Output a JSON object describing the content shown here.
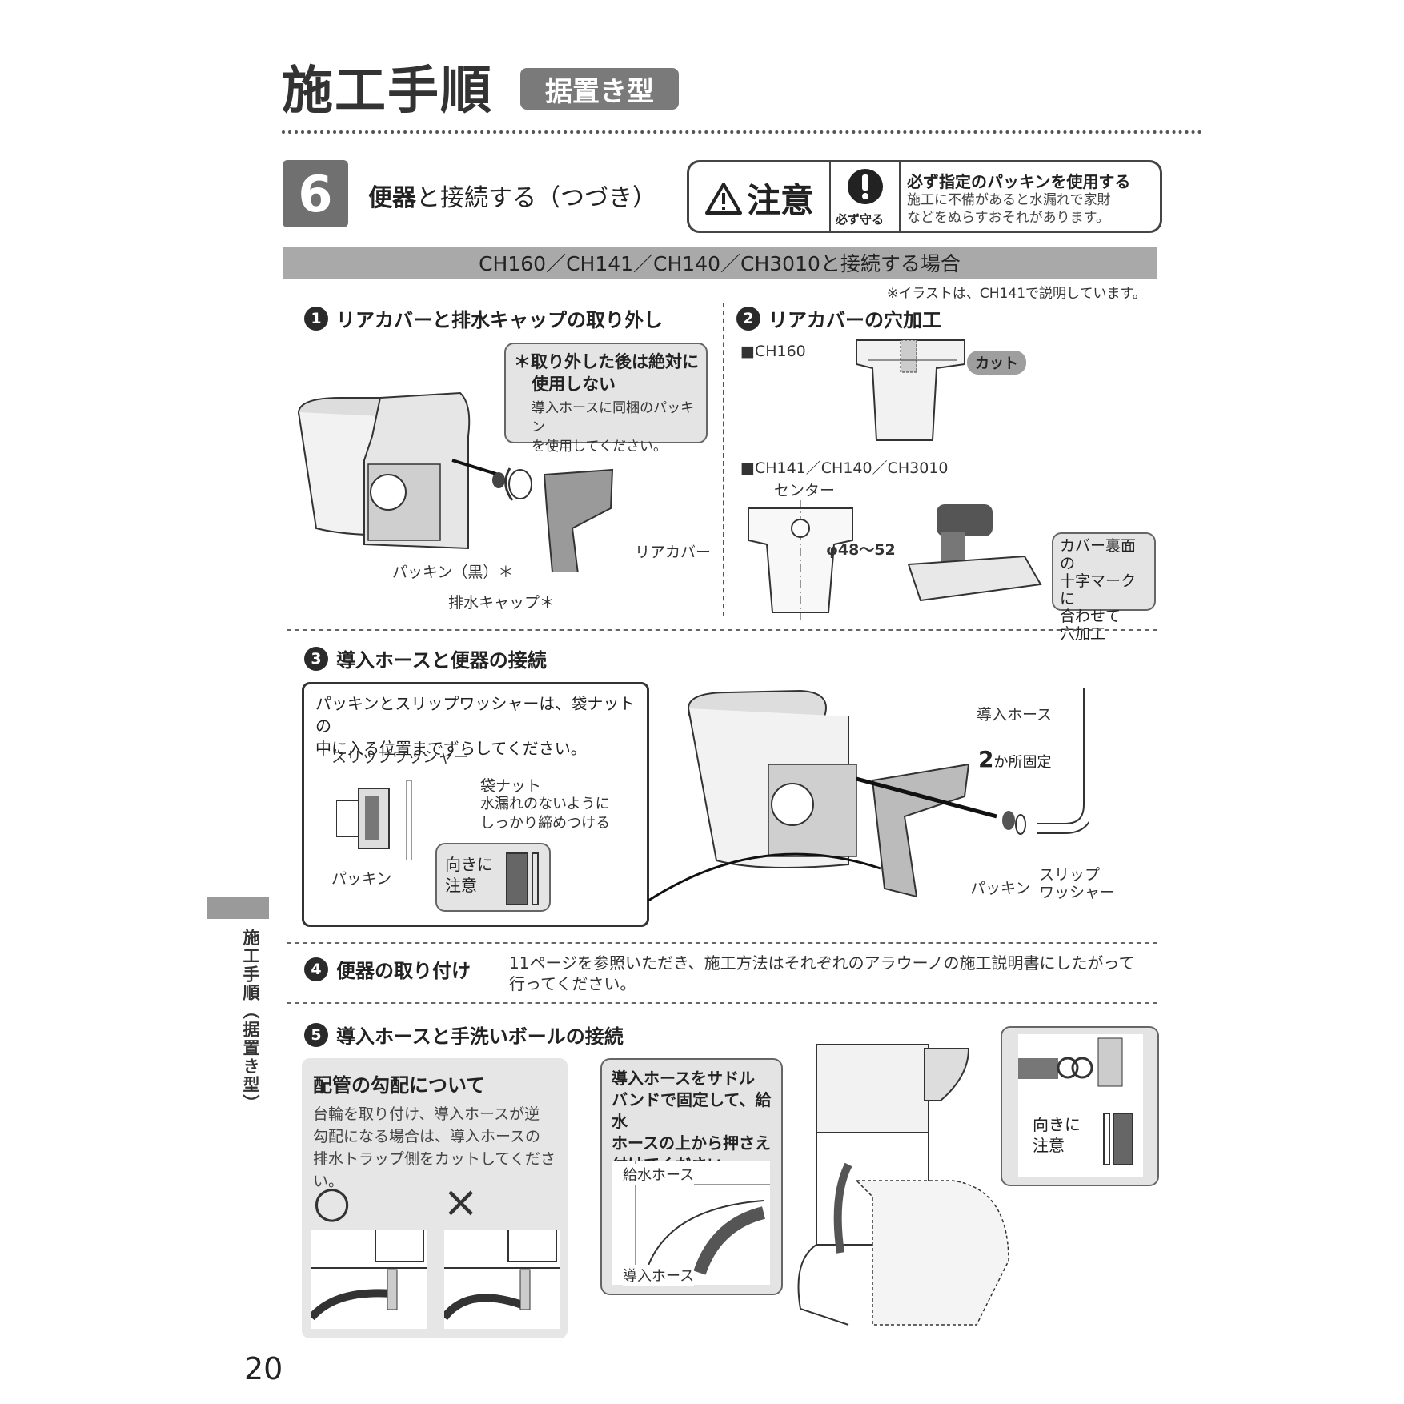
{
  "header": {
    "title": "施工手順",
    "badge": "据置き型"
  },
  "step": {
    "number": "6",
    "title_bold": "便器",
    "title_rest": "と接続する（つづき）"
  },
  "caution": {
    "label": "注意",
    "must_label": "必ず守る",
    "heading": "必ず指定のパッキンを使用する",
    "text_line1": "施工に不備があると水漏れで家財",
    "text_line2": "などをぬらすおそれがあります。"
  },
  "band": {
    "text": "CH160／CH141／CH140／CH3010と接続する場合"
  },
  "illustration_note": "※イラストは、CH141で説明しています。",
  "sub1": {
    "num": "1",
    "title": "リアカバーと排水キャップの取り外し",
    "callout_line1": "＊取り外した後は絶対に",
    "callout_line2": "使用しない",
    "callout_small1": "導入ホースに同梱のパッキン",
    "callout_small2": "を使用してください。",
    "label_packing": "パッキン（黒）＊",
    "label_cap": "排水キャップ＊",
    "label_cover": "リアカバー"
  },
  "sub2": {
    "num": "2",
    "title": "リアカバーの穴加工",
    "model_a": "■CH160",
    "cut": "カット",
    "model_b": "■CH141／CH140／CH3010",
    "center": "センター",
    "diameter": "φ48～52",
    "callout_line1": "カバー裏面の",
    "callout_line2": "十字マークに",
    "callout_line3": "合わせて",
    "callout_line4": "穴加工"
  },
  "sub3": {
    "num": "3",
    "title": "導入ホースと便器の接続",
    "box_line1": "パッキンとスリップワッシャーは、袋ナットの",
    "box_line2": "中に入る位置までずらしてください。",
    "slip_washer": "スリップワッシャー",
    "nut": "袋ナット",
    "nut_note1": "水漏れのないように",
    "nut_note2": "しっかり締めつける",
    "packing": "パッキン",
    "orient1": "向きに",
    "orient2": "注意",
    "hose": "導入ホース",
    "fix_num": "2",
    "fix_text": "か所固定",
    "packing2": "パッキン",
    "slip1": "スリップ",
    "slip2": "ワッシャー"
  },
  "sub4": {
    "num": "4",
    "title": "便器の取り付け",
    "text_line1": "11ページを参照いただき、施工方法はそれぞれのアラウーノの施工説明書にしたがって",
    "text_line2": "行ってください。"
  },
  "sub5": {
    "num": "5",
    "title": "導入ホースと手洗いボールの接続",
    "slope_title": "配管の勾配について",
    "slope_line1": "台輪を取り付け、導入ホースが逆",
    "slope_line2": "勾配になる場合は、導入ホースの",
    "slope_line3": "排水トラップ側をカットしてください。",
    "ok": "○",
    "ng": "×",
    "callout_line1": "導入ホースをサドル",
    "callout_line2": "バンドで固定して、給水",
    "callout_line3": "ホースの上から押さえ",
    "callout_line4": "付けてください。",
    "supply_hose": "給水ホース",
    "intro_hose": "導入ホース",
    "orient1": "向きに",
    "orient2": "注意"
  },
  "sidebar": {
    "text": "施工手順（据置き型）"
  },
  "page_number": "20"
}
